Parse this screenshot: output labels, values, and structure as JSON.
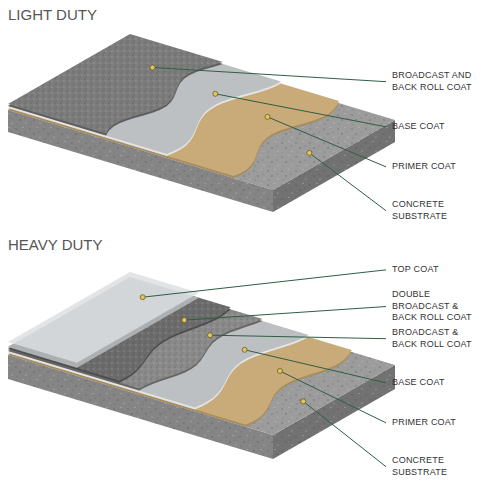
{
  "diagram": {
    "labels": [
      "LIGHT DUTY",
      "BROADCAST AND BACK ROLL COAT",
      "BASE COAT",
      "PRIMER COAT",
      "CONCRETE SUBSTRATE",
      "HEAVY DUTY",
      "TOP COAT",
      "DOUBLE BROADCAST & BACK ROLL COAT",
      "BROADCAST & BACK ROLL COAT",
      "BASE COAT",
      "PRIMER COAT",
      "CONCRETE SUBSTRATE"
    ]
  }
}
